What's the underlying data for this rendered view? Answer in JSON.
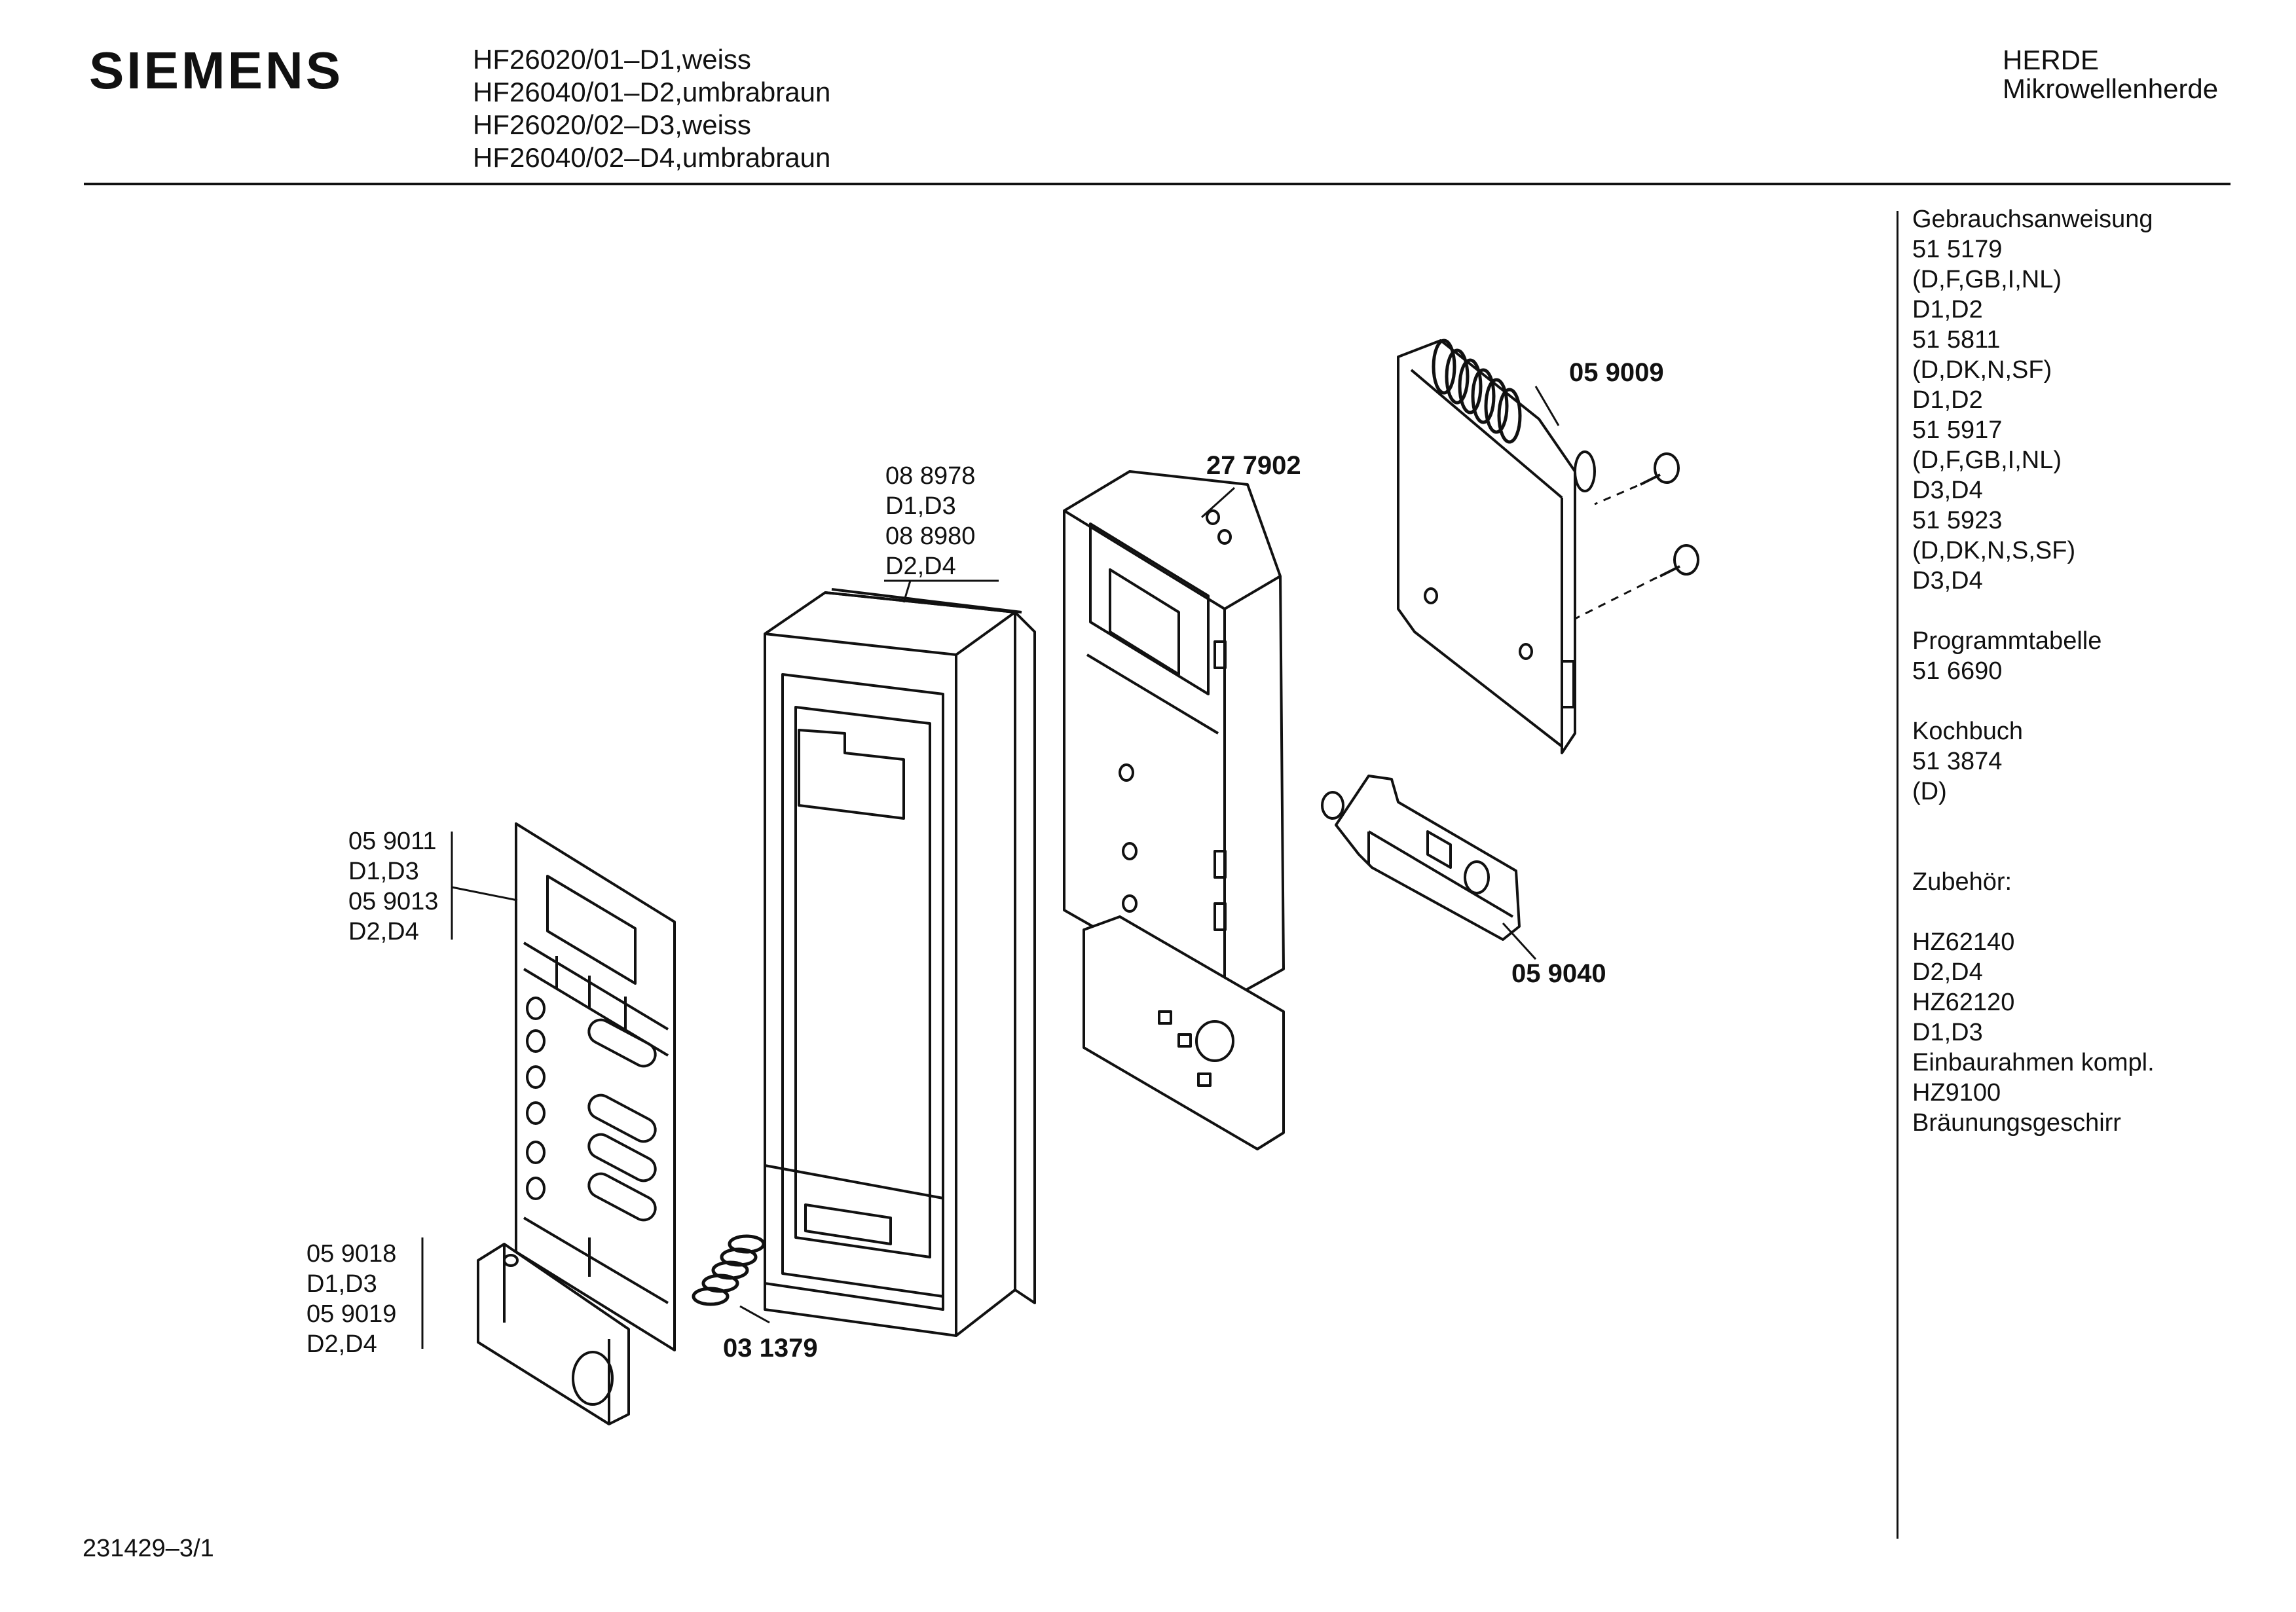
{
  "header": {
    "brand": "SIEMENS",
    "models": [
      "HF26020/01–D1,weiss",
      "HF26040/01–D2,umbrabraun",
      "HF26020/02–D3,weiss",
      "HF26040/02–D4,umbrabraun"
    ],
    "category": "HERDE",
    "subcategory": "Mikrowellenherde"
  },
  "sidebar": {
    "manual_title": "Gebrauchsanweisung",
    "manuals": [
      {
        "number": "51 5179",
        "languages": "(D,F,GB,I,NL)",
        "variants": "D1,D2"
      },
      {
        "number": "51 5811",
        "languages": "(D,DK,N,SF)",
        "variants": "D1,D2"
      },
      {
        "number": "51 5917",
        "languages": "(D,F,GB,I,NL)",
        "variants": "D3,D4"
      },
      {
        "number": "51 5923",
        "languages": "(D,DK,N,S,SF)",
        "variants": "D3,D4"
      }
    ],
    "program_title": "Programmtabelle",
    "program_number": "51 6690",
    "cookbook_title": "Kochbuch",
    "cookbook_number": "51 3874",
    "cookbook_lang": "(D)",
    "accessories_title": "Zubehör:",
    "accessories": [
      "HZ62140",
      "D2,D4",
      "HZ62120",
      "D1,D3",
      "Einbaurahmen kompl.",
      "HZ9100",
      "Bräunungsgeschirr"
    ]
  },
  "parts": {
    "frame": [
      "08 8978",
      "D1,D3",
      "08 8980",
      "D2,D4"
    ],
    "panel": [
      "05 9011",
      "D1,D3",
      "05 9013",
      "D2,D4"
    ],
    "button": [
      "05 9018",
      "D1,D3",
      "05 9019",
      "D2,D4"
    ],
    "spring": "03 1379",
    "housing": "27 7902",
    "switch_board": "05 9009",
    "latch": "05 9040"
  },
  "footer": {
    "doc_number": "231429–3/1"
  }
}
